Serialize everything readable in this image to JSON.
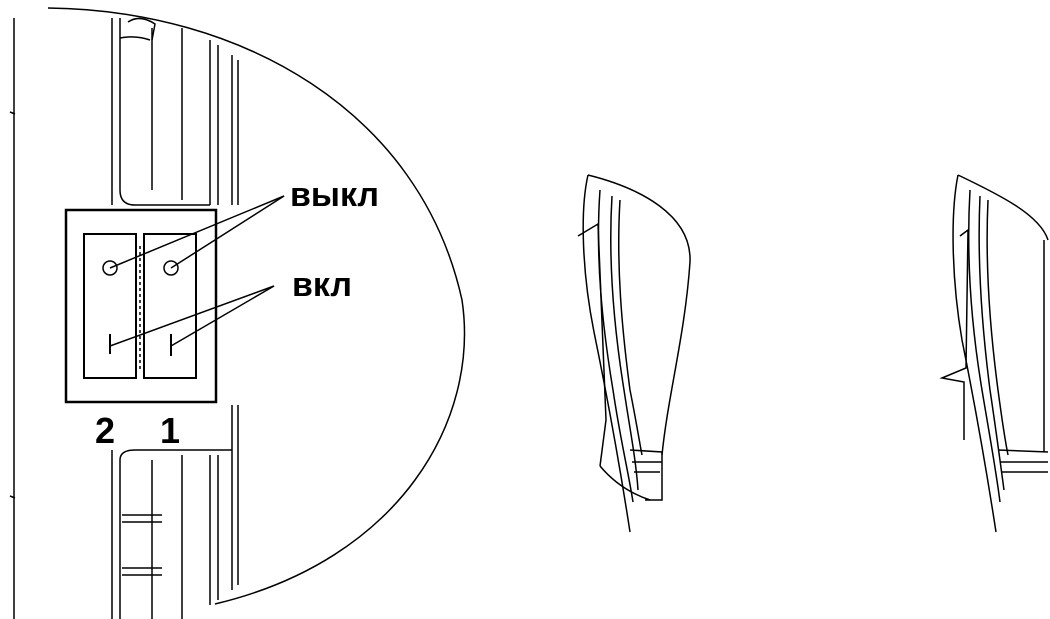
{
  "callouts": {
    "off": "выкл",
    "on": "вкл"
  },
  "switch_numbers": {
    "left": "2",
    "right": "1"
  },
  "colors": {
    "line": "#000000",
    "background": "#ffffff"
  }
}
